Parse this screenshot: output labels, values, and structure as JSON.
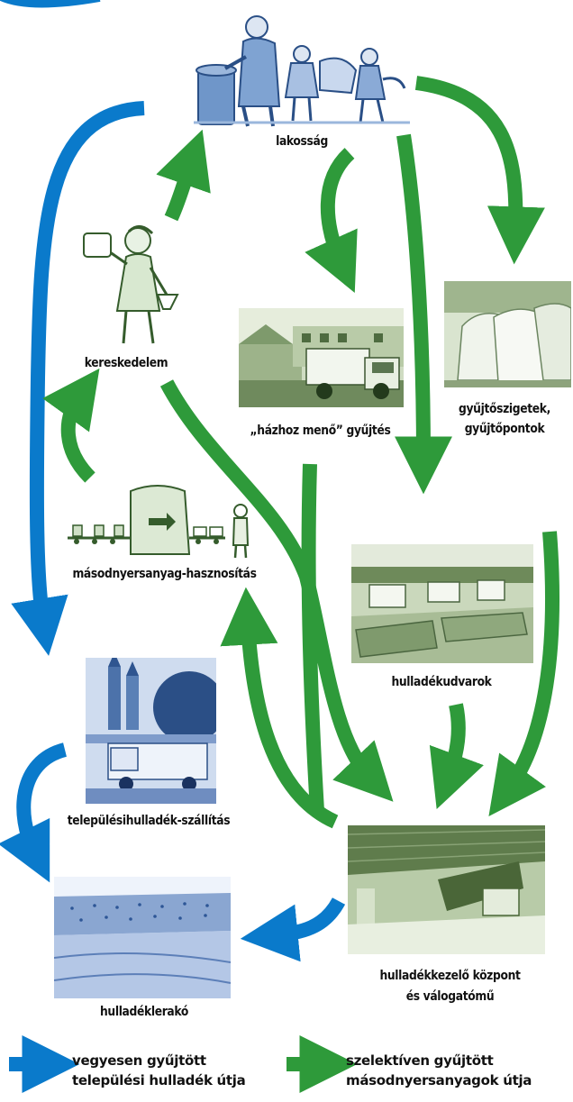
{
  "colors": {
    "blue": "#0a7acb",
    "green": "#2e9a3a",
    "photo_green": "#5b7a4a",
    "photo_blue": "#2a5a9a"
  },
  "nodes": {
    "lakossag": "lakosság",
    "kereskedelem": "kereskedelem",
    "hazhoz": "„házhoz menő” gyűjtés",
    "gyujtoszigetek_1": "gyűjtőszigetek,",
    "gyujtoszigetek_2": "gyűjtőpontok",
    "masodnyersanyag": "másodnyersanyag-hasznosítás",
    "hulladekudvarok": "hulladékudvarok",
    "szallitas": "településihulladék-szállítás",
    "kozpont_1": "hulladékkezelő központ",
    "kozpont_2": "és válogatómű",
    "lerako": "hulladéklerakó"
  },
  "legend": {
    "blue_1": "vegyesen gyűjtött",
    "blue_2": "települési hulladék útja",
    "green_1": "szelektíven gyűjtött",
    "green_2": "másodnyersanyagok útja"
  },
  "icons": {
    "lakossag": "family-with-trash-bin-illustration",
    "kereskedelem": "woman-shopper-illustration",
    "masodnyersanyag": "recycling-factory-illustration"
  }
}
